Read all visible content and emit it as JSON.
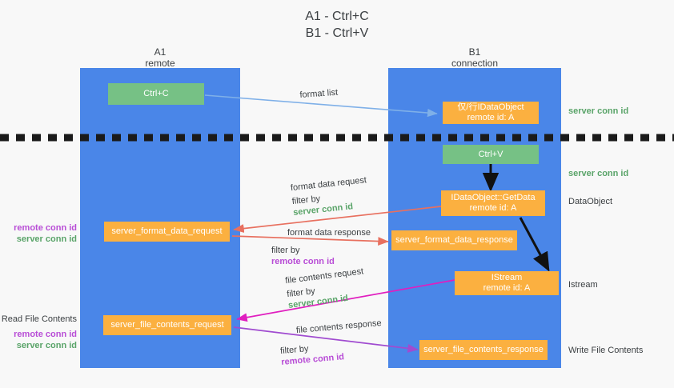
{
  "title": {
    "line1": "A1 - Ctrl+C",
    "line2": "B1 - Ctrl+V"
  },
  "columns": [
    {
      "name": "A1",
      "sub": "remote"
    },
    {
      "name": "B1",
      "sub": "connection"
    }
  ],
  "nodes": {
    "ctrl_c": "Ctrl+C",
    "ctrl_v": "Ctrl+V",
    "idataobject_top_l1": "仅/行IDataObject",
    "idataobject_top_l2": "remote id: A",
    "getdata_l1": "IDataObject::GetData",
    "getdata_l2": "remote id: A",
    "istream_l1": "IStream",
    "istream_l2": "remote id: A",
    "server_format_data_request": "server_format_data_request",
    "server_format_data_response": "server_format_data_response",
    "server_file_contents_request": "server_file_contents_request",
    "server_file_contents_response": "server_file_contents_response"
  },
  "edge_labels": {
    "format_list": "format list",
    "format_data_request": "format data request",
    "format_data_request_filter_prefix": "filter by ",
    "format_data_request_filter_value": "server conn id",
    "format_data_response": "format data response",
    "format_data_response_filter_prefix": "filter by ",
    "format_data_response_filter_value": "remote conn id",
    "file_contents_request": "file contents request",
    "file_contents_request_filter_prefix": "filter by ",
    "file_contents_request_filter_value": "server conn id",
    "file_contents_response": "file contents response",
    "file_contents_response_filter_prefix": "filter by ",
    "file_contents_response_filter_value": "remote conn id"
  },
  "right_labels": {
    "server_conn_id_top": "server conn id",
    "server_conn_id_mid": "server conn id",
    "dataobject": "DataObject",
    "istream": "Istream",
    "write_file_contents": "Write File Contents"
  },
  "left_labels": {
    "remote_conn_id_1": "remote conn id",
    "server_conn_id_1": "server conn id",
    "read_file_contents": "Read File Contents",
    "remote_conn_id_2": "remote conn id",
    "server_conn_id_2": "server conn id"
  },
  "colors": {
    "lane": "#4a86e8",
    "green_node": "#76c185",
    "orange_node": "#fbb040",
    "green_text": "#5aa469",
    "purple_text": "#b84dd6",
    "blue_arrow": "#7fb0e8",
    "red_arrow": "#e8705f",
    "magenta_arrow": "#e01ebf",
    "purple_arrow": "#a04bd0",
    "black_arrow": "#000000",
    "background": "#f8f8f8"
  }
}
